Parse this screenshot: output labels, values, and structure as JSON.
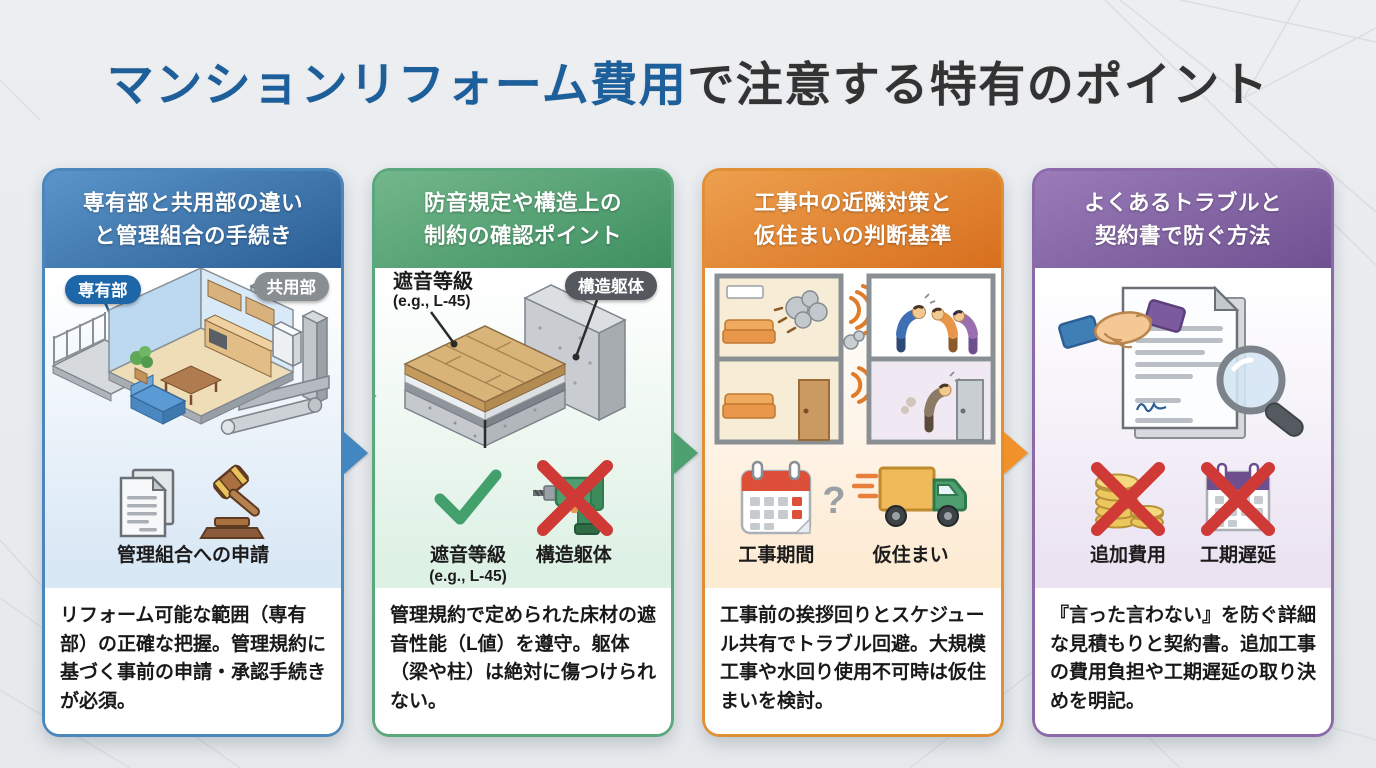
{
  "title": {
    "highlight": "マンションリフォーム費用",
    "rest": "で注意する特有のポイント",
    "highlight_color": "#1d5f9a",
    "text_color": "#333333"
  },
  "background_color": "#e9ebee",
  "cards": [
    {
      "header_line1": "専有部と共用部の違い",
      "header_line2": "と管理組合の手続き",
      "theme": {
        "header_top": "#5a95ca",
        "header_bottom": "#2a5e95",
        "border": "#4b87bb",
        "tint": "#d9e8f5",
        "arrow": "#4287c0",
        "badge_private": "#1d66a8",
        "badge_common": "#898e93"
      },
      "labels": {
        "private": "専有部",
        "common": "共用部"
      },
      "icon_names": [
        "documents-icon",
        "gavel-icon"
      ],
      "captions": {
        "center": "管理組合への申請"
      },
      "body": "リフォーム可能な範囲（専有部）の正確な把握。管理規約に基づく事前の申請・承認手続きが必須。"
    },
    {
      "header_line1": "防音規定や構造上の",
      "header_line2": "制約の確認ポイント",
      "theme": {
        "header_top": "#72b78b",
        "header_bottom": "#3e8f60",
        "border": "#5aa87b",
        "tint": "#def1e5",
        "arrow": "#4da06f",
        "badge_structure": "#55595f"
      },
      "labels": {
        "sound_line1": "遮音等級",
        "sound_line2": "(e.g., L-45)",
        "structure": "構造躯体"
      },
      "icon_names": [
        "check-icon",
        "drill-prohibited-icon"
      ],
      "captions": {
        "left_line1": "遮音等級",
        "left_line2": "(e.g., L-45)",
        "right": "構造躯体"
      },
      "body": "管理規約で定められた床材の遮音性能（L値）を遵守。躯体（梁や柱）は絶対に傷つけられない。"
    },
    {
      "header_line1": "工事中の近隣対策と",
      "header_line2": "仮住まいの判断基準",
      "theme": {
        "header_top": "#eda04e",
        "header_bottom": "#d76f1e",
        "border": "#e18f35",
        "tint": "#fdebd4",
        "arrow": "#f0912a"
      },
      "icon_names": [
        "calendar-icon",
        "question-mark",
        "moving-truck-icon"
      ],
      "captions": {
        "left": "工事期間",
        "question": "?",
        "right": "仮住まい"
      },
      "body": "工事前の挨拶回りとスケジュール共有でトラブル回避。大規模工事や水回り使用不可時は仮住まいを検討。"
    },
    {
      "header_line1": "よくあるトラブルと",
      "header_line2": "契約書で防ぐ方法",
      "theme": {
        "header_top": "#9b7cb9",
        "header_bottom": "#6f5191",
        "border": "#8c6aaa",
        "tint": "#ebe3f2",
        "arrow": "#8c6aaa"
      },
      "icon_names": [
        "coins-prohibited-icon",
        "calendar-prohibited-icon"
      ],
      "captions": {
        "left": "追加費用",
        "right": "工期遅延"
      },
      "body": "『言った言わない』を防ぐ詳細な見積もりと契約書。追加工事の費用負担や工期遅延の取り決めを明記。"
    }
  ]
}
